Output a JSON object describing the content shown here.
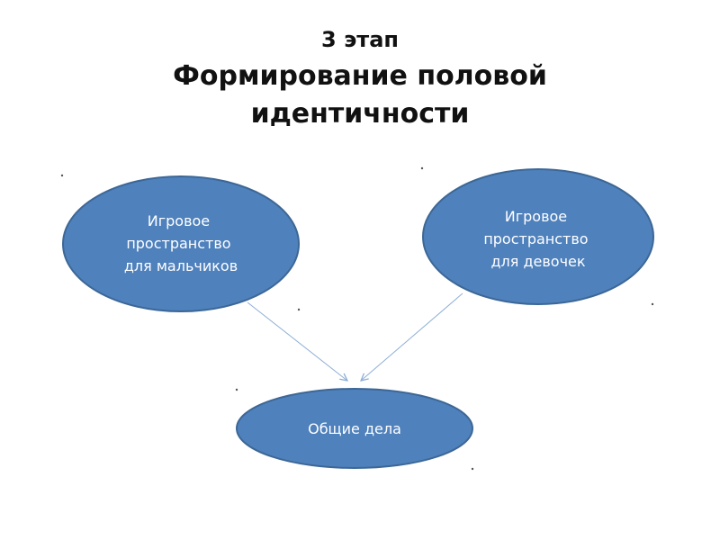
{
  "header": {
    "stage": "3 этап",
    "title": "Формирование половой идентичности"
  },
  "colors": {
    "node_fill": "#4f81bd",
    "node_stroke": "#3c6796",
    "arrow": "#8eaed6",
    "dot": "#555555"
  },
  "nodes": {
    "boys": {
      "lines": [
        "Игровое",
        "пространство",
        "для мальчиков"
      ]
    },
    "girls": {
      "lines": [
        "Игровое",
        "пространство",
        "для девочек"
      ]
    },
    "common": {
      "lines": [
        "Общие дела"
      ]
    }
  }
}
